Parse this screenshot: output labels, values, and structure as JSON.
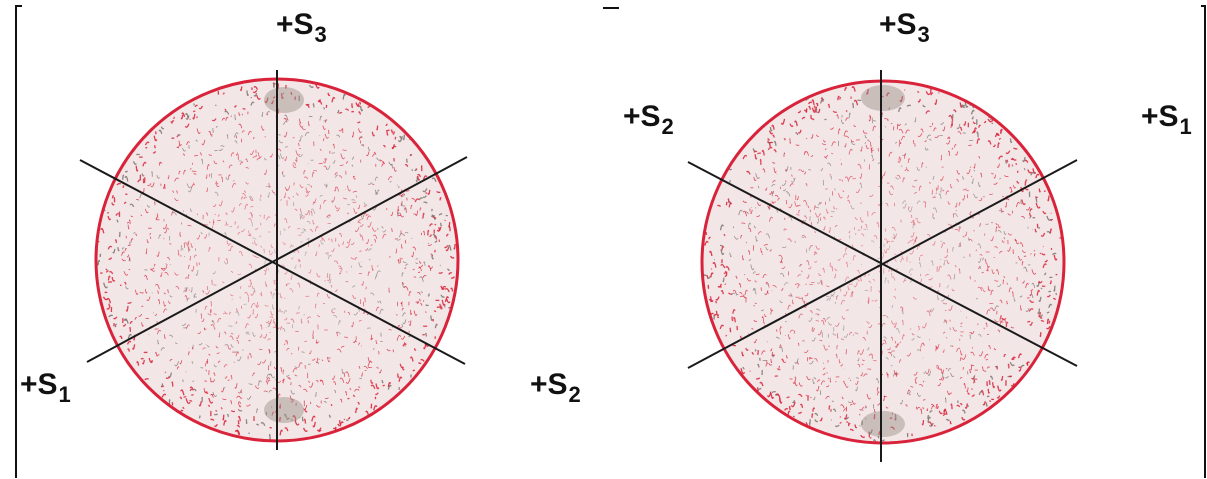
{
  "colors": {
    "sphere_stroke": "#d9233a",
    "sphere_fill": "#f2e6e6",
    "axis": "#1a1a1a",
    "pole_shadow": "#9a8f86"
  },
  "left_panel": {
    "axes": {
      "s1": {
        "prefix": "+S",
        "sub": "1"
      },
      "s2": {
        "prefix": "+S",
        "sub": "2"
      },
      "s3": {
        "prefix": "+S",
        "sub": "3"
      }
    }
  },
  "right_panel": {
    "axes": {
      "s1": {
        "prefix": "+S",
        "sub": "1"
      },
      "s2": {
        "prefix": "+S",
        "sub": "2"
      },
      "s3": {
        "prefix": "+S",
        "sub": "3"
      }
    }
  }
}
